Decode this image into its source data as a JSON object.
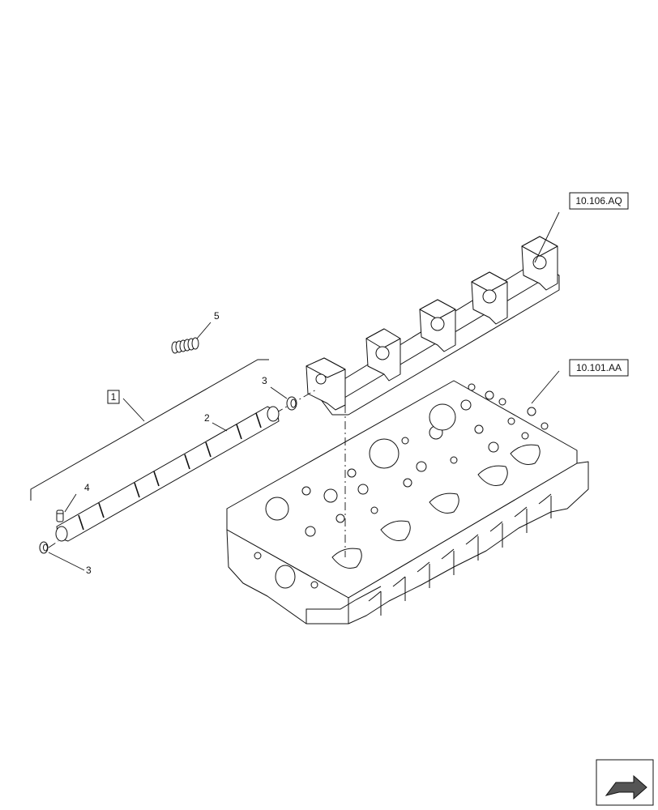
{
  "callouts": {
    "item1": "1",
    "item2": "2",
    "item3_upper": "3",
    "item3_lower": "3",
    "item4": "4",
    "item5": "5"
  },
  "references": {
    "rocker_shaft_support": "10.106.AQ",
    "cylinder_head": "10.101.AA"
  },
  "icons": {
    "navigation": "arrow-icon"
  }
}
